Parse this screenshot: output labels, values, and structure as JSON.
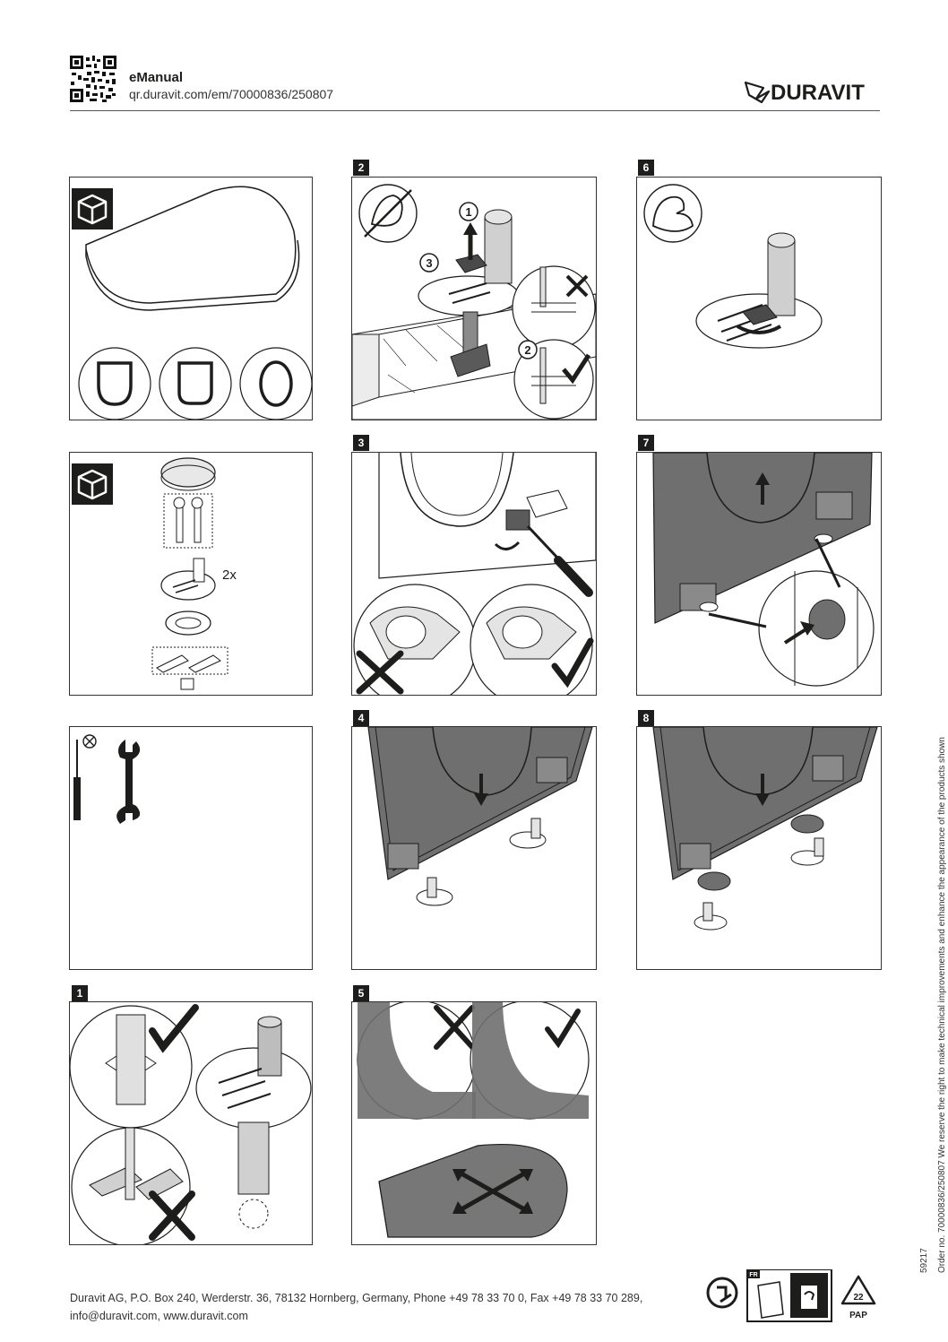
{
  "header": {
    "title": "eManual",
    "url": "qr.duravit.com/em/70000836/250807",
    "brand": "DURAVIT"
  },
  "steps": {
    "s1": "1",
    "s2": "2",
    "s3": "3",
    "s4": "4",
    "s5": "5",
    "s6": "6",
    "s7": "7",
    "s8": "8",
    "circle1": "1",
    "circle2": "2",
    "circle3": "3"
  },
  "parts": {
    "quantity": "2x"
  },
  "side": {
    "order_text": "Order no. 70000836/250807 We reserve the right to make technical improvements and enhance the appearance of the products shown",
    "code": "59217"
  },
  "footer": {
    "line1": "Duravit AG, P.O. Box 240, Werderstr. 36, 78132 Hornberg, Germany, Phone +49 78 33 70 0, Fax +49 78 33 70 289,",
    "line2": "info@duravit.com, www.duravit.com"
  },
  "recycle": {
    "fr": "FR",
    "number": "22",
    "material": "PAP"
  },
  "colors": {
    "ink": "#1d1d1b",
    "seat_grey": "#6f6f6f",
    "light_grey": "#d9d9d9"
  }
}
